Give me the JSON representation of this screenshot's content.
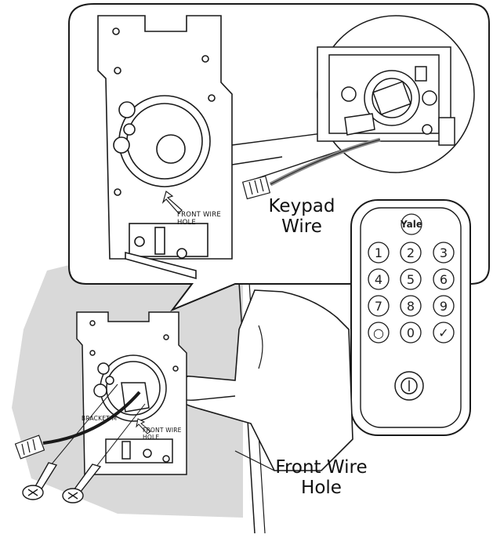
{
  "labels": {
    "keypad_wire": "Keypad Wire",
    "front_wire_hole": "Front Wire Hole",
    "bracket_front_wire_hole": "FRONT WIRE HOLE",
    "mount_front_wire_hole": "FRONT WIRE HOLE",
    "bracket_mount": "BRACKET M",
    "brand": "Yale"
  },
  "keypad": {
    "keys": [
      "1",
      "2",
      "3",
      "4",
      "5",
      "6",
      "7",
      "8",
      "9",
      "○",
      "0",
      "✓"
    ]
  },
  "colors": {
    "shadow": "#d9d9d9",
    "line": "#1a1a1a",
    "wire": "#8a8a8a",
    "hand": "#ffffff"
  }
}
